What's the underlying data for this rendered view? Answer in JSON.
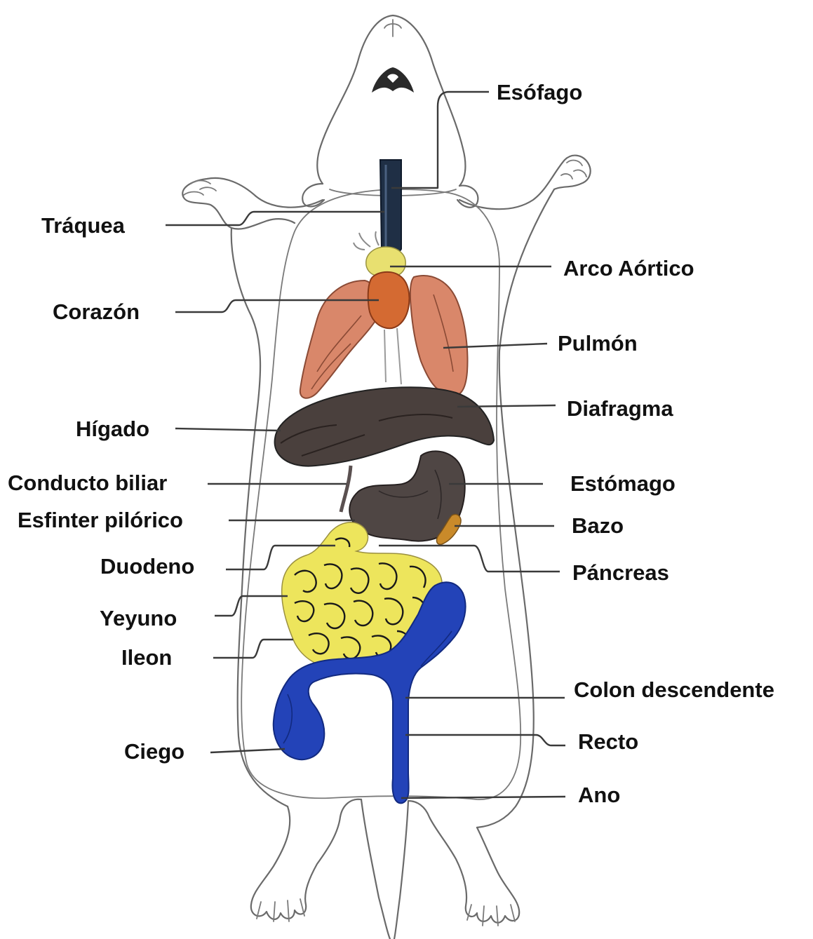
{
  "labels": {
    "esofago": "Esófago",
    "traquea": "Tráquea",
    "arco_aortico": "Arco Aórtico",
    "corazon": "Corazón",
    "pulmon": "Pulmón",
    "diafragma": "Diafragma",
    "higado": "Hígado",
    "conducto_biliar": "Conducto biliar",
    "estomago": "Estómago",
    "esfinter_pilorico": "Esfinter pilórico",
    "bazo": "Bazo",
    "duodeno": "Duodeno",
    "pancreas": "Páncreas",
    "yeyuno": "Yeyuno",
    "ileon": "Ileon",
    "colon_descendente": "Colon descendente",
    "recto": "Recto",
    "ciego": "Ciego",
    "ano": "Ano"
  },
  "colors": {
    "outline": "#6a6a6a",
    "trachea": "#1f2f45",
    "lung": "#d9876a",
    "heart": "#d46a32",
    "aortic_arch": "#e8e070",
    "liver": "#4a403d",
    "stomach": "#4f4644",
    "spleen": "#c98a2a",
    "small_intestine": "#ede55c",
    "large_intestine": "#2343b8",
    "leader_line": "#3a3a3a"
  }
}
